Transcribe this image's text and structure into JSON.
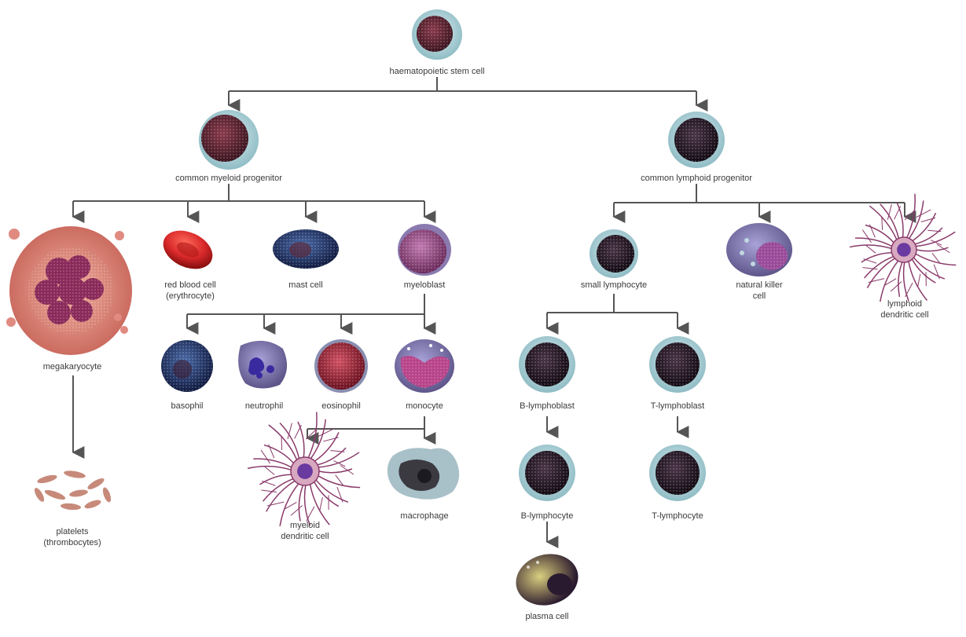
{
  "nodes": {
    "hsc": {
      "label": "haematopoietic stem cell"
    },
    "cmp": {
      "label": "common myeloid progenitor"
    },
    "clp": {
      "label": "common lymphoid progenitor"
    },
    "megakaryocyte": {
      "label": "megakaryocyte"
    },
    "platelets": {
      "line1": "platelets",
      "line2": "(thrombocytes)"
    },
    "rbc": {
      "line1": "red blood cell",
      "line2": "(erythrocyte)"
    },
    "mast": {
      "label": "mast cell"
    },
    "myeloblast": {
      "label": "myeloblast"
    },
    "basophil": {
      "label": "basophil"
    },
    "neutrophil": {
      "label": "neutrophil"
    },
    "eosinophil": {
      "label": "eosinophil"
    },
    "monocyte": {
      "label": "monocyte"
    },
    "myeloid_dc": {
      "line1": "myeloid",
      "line2": "dendritic cell"
    },
    "macrophage": {
      "label": "macrophage"
    },
    "small_lymph": {
      "label": "small lymphocyte"
    },
    "nk": {
      "line1": "natural killer",
      "line2": "cell"
    },
    "lymphoid_dc": {
      "line1": "lymphoid",
      "line2": "dendritic cell"
    },
    "b_blast": {
      "label": "B-lymphoblast"
    },
    "t_blast": {
      "label": "T-lymphoblast"
    },
    "b_lymph": {
      "label": "B-lymphocyte"
    },
    "t_lymph": {
      "label": "T-lymphocyte"
    },
    "plasma": {
      "label": "plasma cell"
    }
  },
  "colors": {
    "connector": "#555555",
    "membrane": "#a9cfd6",
    "nucleus_dark": "#2a1a2a",
    "nucleus_red": "#6b2a3a",
    "rbc": "#d8282a",
    "mast": "#243a6e",
    "myeloblast": "#9a4a8a",
    "megakaryocyte": "#e0857a",
    "platelet": "#c78a7a",
    "dendritic": "#8a3a6a",
    "neutrophil_body": "#8a86b8",
    "eosinophil": "#b03040",
    "nk_body": "#7e75a8"
  }
}
